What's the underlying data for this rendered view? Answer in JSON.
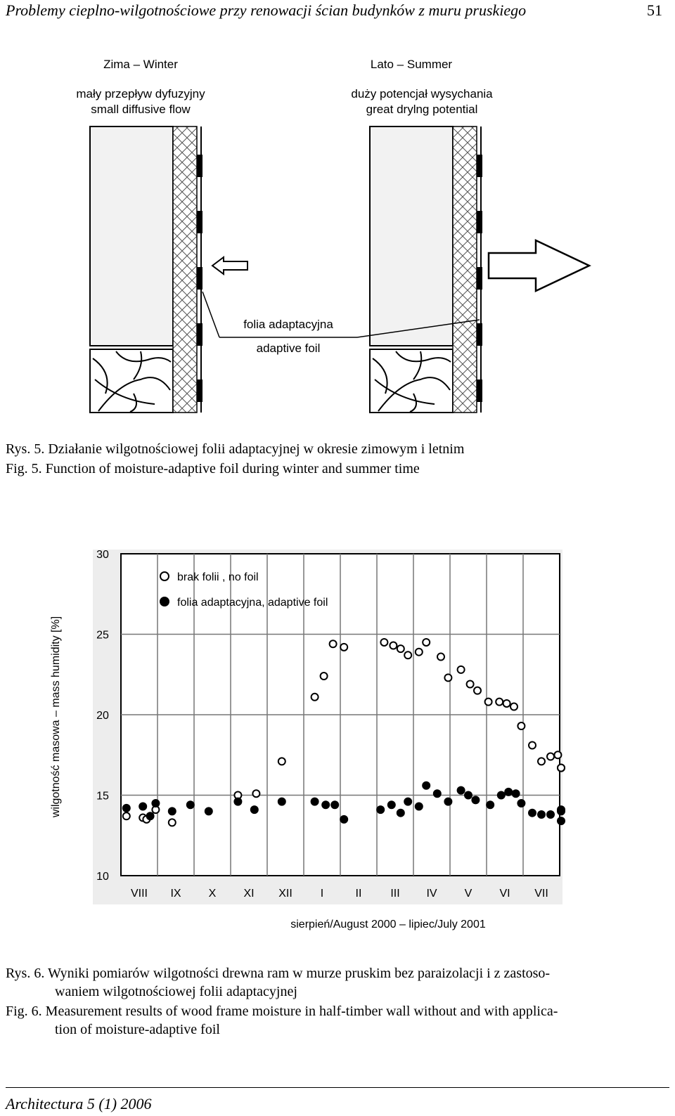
{
  "header": {
    "title": "Problemy cieplno-wilgotnościowe przy renowacji ścian budynków z muru pruskiego",
    "page_number": "51"
  },
  "figure5": {
    "winter": {
      "season": "Zima – Winter",
      "line1": "mały przepływ dyfuzyjny",
      "line2": "small diffusive flow"
    },
    "summer": {
      "season": "Lato – Summer",
      "line1": "duży potencjał wysychania",
      "line2": "great drylng potential"
    },
    "foil_pl": "folia adaptacyjna",
    "foil_en": "adaptive foil",
    "caption_pl": "Rys. 5. Działanie wilgotnościowej folii adaptacyjnej w okresie zimowym i letnim",
    "caption_en": "Fig. 5. Function of moisture-adaptive foil during winter and summer time"
  },
  "chart_data": {
    "type": "scatter",
    "ylabel": "wilgotność masowa – mass humidity [%]",
    "xlabel": "sierpień/August 2000 – lipiec/July 2001",
    "ylim": [
      10,
      30
    ],
    "yticks": [
      "30",
      "25",
      "20",
      "15",
      "10"
    ],
    "xlim": [
      0,
      12
    ],
    "categories": [
      "VIII",
      "IX",
      "X",
      "XI",
      "XII",
      "I",
      "II",
      "III",
      "IV",
      "V",
      "VI",
      "VII"
    ],
    "grid": true,
    "legend_position": "top-left",
    "series": [
      {
        "name": "brak folii , no foil",
        "marker": "open-circle",
        "points": [
          [
            0.15,
            13.7
          ],
          [
            0.6,
            13.6
          ],
          [
            0.7,
            13.5
          ],
          [
            0.95,
            14.1
          ],
          [
            1.4,
            13.3
          ],
          [
            3.2,
            15.0
          ],
          [
            3.7,
            15.1
          ],
          [
            4.4,
            17.1
          ],
          [
            5.3,
            21.1
          ],
          [
            5.55,
            22.4
          ],
          [
            5.8,
            24.4
          ],
          [
            6.1,
            24.2
          ],
          [
            7.2,
            24.5
          ],
          [
            7.45,
            24.3
          ],
          [
            7.65,
            24.1
          ],
          [
            7.85,
            23.7
          ],
          [
            8.15,
            23.9
          ],
          [
            8.35,
            24.5
          ],
          [
            8.75,
            23.6
          ],
          [
            8.95,
            22.3
          ],
          [
            9.3,
            22.8
          ],
          [
            9.55,
            21.9
          ],
          [
            9.75,
            21.5
          ],
          [
            10.05,
            20.8
          ],
          [
            10.35,
            20.8
          ],
          [
            10.55,
            20.7
          ],
          [
            10.75,
            20.5
          ],
          [
            10.95,
            19.3
          ],
          [
            11.25,
            18.1
          ],
          [
            11.5,
            17.1
          ],
          [
            11.75,
            17.4
          ],
          [
            11.95,
            17.5
          ],
          [
            12.25,
            16.7
          ],
          [
            12.5,
            16.7
          ]
        ]
      },
      {
        "name": "folia adaptacyjna, adaptive foil",
        "marker": "filled-circle",
        "points": [
          [
            0.15,
            14.2
          ],
          [
            0.6,
            14.3
          ],
          [
            0.8,
            13.7
          ],
          [
            0.95,
            14.5
          ],
          [
            1.4,
            14.0
          ],
          [
            1.9,
            14.4
          ],
          [
            2.4,
            14.0
          ],
          [
            3.2,
            14.6
          ],
          [
            3.65,
            14.1
          ],
          [
            4.4,
            14.6
          ],
          [
            5.3,
            14.6
          ],
          [
            5.6,
            14.4
          ],
          [
            5.85,
            14.4
          ],
          [
            6.1,
            13.5
          ],
          [
            7.1,
            14.1
          ],
          [
            7.4,
            14.4
          ],
          [
            7.65,
            13.9
          ],
          [
            7.85,
            14.6
          ],
          [
            8.15,
            14.3
          ],
          [
            8.35,
            15.6
          ],
          [
            8.65,
            15.1
          ],
          [
            8.95,
            14.6
          ],
          [
            9.3,
            15.3
          ],
          [
            9.5,
            15.0
          ],
          [
            9.7,
            14.7
          ],
          [
            10.1,
            14.4
          ],
          [
            10.4,
            15.0
          ],
          [
            10.6,
            15.2
          ],
          [
            10.8,
            15.1
          ],
          [
            10.95,
            14.5
          ],
          [
            11.25,
            13.9
          ],
          [
            11.5,
            13.8
          ],
          [
            11.75,
            13.8
          ],
          [
            12.05,
            14.1
          ],
          [
            12.35,
            13.4
          ],
          [
            12.55,
            14.0
          ]
        ]
      }
    ]
  },
  "figure6": {
    "caption_pl_1": "Rys. 6. Wyniki pomiarów wilgotności drewna ram w murze pruskim bez paraizolacji i z zastoso-",
    "caption_pl_2": "waniem wilgotnościowej folii adaptacyjnej",
    "caption_en_1": "Fig. 6. Measurement results of wood frame moisture in half-timber wall without and with applica-",
    "caption_en_2": "tion of moisture-adaptive foil"
  },
  "footer": {
    "text": "Architectura 5 (1) 2006"
  }
}
